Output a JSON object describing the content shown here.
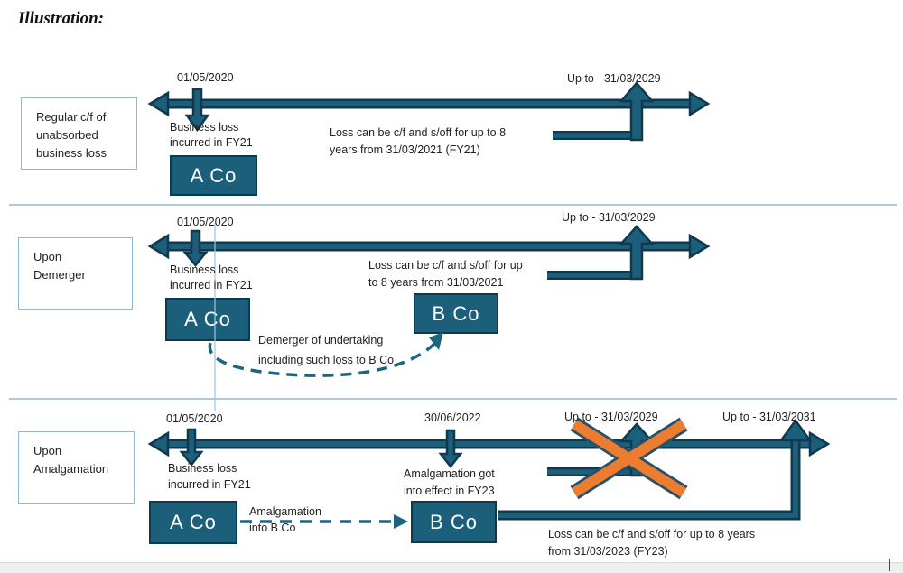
{
  "title": "Illustration:",
  "colors": {
    "teal": "#1C5F7B",
    "teal_dark": "#11394E",
    "orange": "#EC7C30",
    "light_blue": "#9DC3E6",
    "divider": "#AECBDD",
    "text": "#222222"
  },
  "section1": {
    "label": "Regular c/f of\nunabsorbed\nbusiness loss",
    "date": "01/05/2020",
    "event": "Business loss\nincurred in FY21",
    "company": "A Co",
    "note": "Loss can be c/f and s/off for up to 8\nyears from 31/03/2021 (FY21)",
    "upto": "Up to - 31/03/2029"
  },
  "section2": {
    "label": "Upon\nDemerger",
    "date": "01/05/2020",
    "event": "Business loss\nincurred in FY21",
    "company_a": "A Co",
    "company_b": "B Co",
    "note": "Loss can be c/f and s/off for up\nto 8 years from 31/03/2021",
    "upto": "Up to - 31/03/2029",
    "transfer": "Demerger of undertaking\nincluding such loss to B Co"
  },
  "section3": {
    "label": "Upon\nAmalgamation",
    "date_a": "01/05/2020",
    "event_a": "Business loss\nincurred in FY21",
    "company_a": "A Co",
    "transfer": "Amalgamation\ninto B Co",
    "date_b": "30/06/2022",
    "event_b": "Amalgamation got\ninto effect in FY23",
    "company_b": "B Co",
    "upto_crossed": "Up to - 31/03/2029",
    "upto": "Up to - 31/03/2031",
    "note": "Loss can be c/f and s/off for up to 8 years\nfrom 31/03/2023 (FY23)"
  }
}
